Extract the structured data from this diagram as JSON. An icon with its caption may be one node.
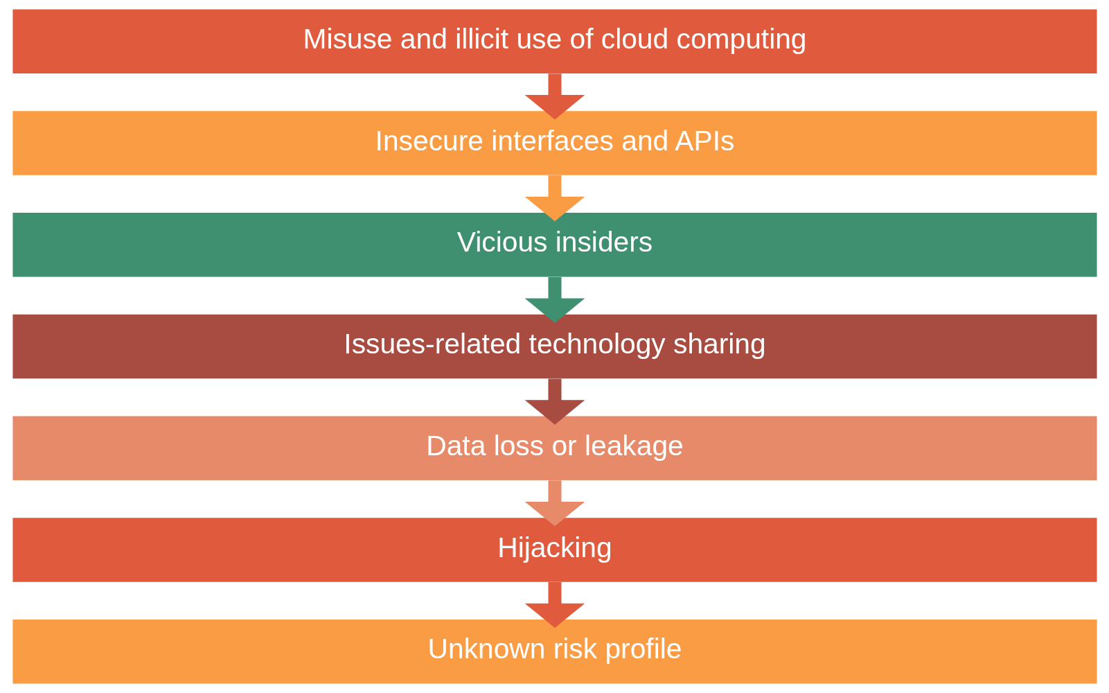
{
  "diagram": {
    "nodes": [
      {
        "text": [
          "Misuse and illicit use of cloud computing"
        ]
      },
      {
        "text": [
          "Insecure interfaces and APIs"
        ]
      },
      {
        "text": [
          "Vicious insiders"
        ]
      },
      {
        "text": [
          "Issues-related technology sharing"
        ]
      },
      {
        "text": [
          "Data loss or leakage"
        ]
      },
      {
        "text": [
          "Hijacking"
        ]
      },
      {
        "text": [
          "Unknown risk profile"
        ]
      }
    ],
    "edges": [
      {
        "from": 0,
        "to": 1,
        "arrow": "to"
      },
      {
        "from": 1,
        "to": 2,
        "arrow": "to",
        "color": "#f99c44"
      },
      {
        "from": 2,
        "to": 3,
        "arrow": "to",
        "color": "#3e9071"
      },
      {
        "from": 3,
        "to": 4,
        "arrow": "to",
        "color": "#a84b40"
      },
      {
        "from": 4,
        "to": 5,
        "arrow": "to",
        "color": "#e68a69"
      },
      {
        "from": 5,
        "to": 6,
        "arrow": "to"
      }
    ]
  }
}
